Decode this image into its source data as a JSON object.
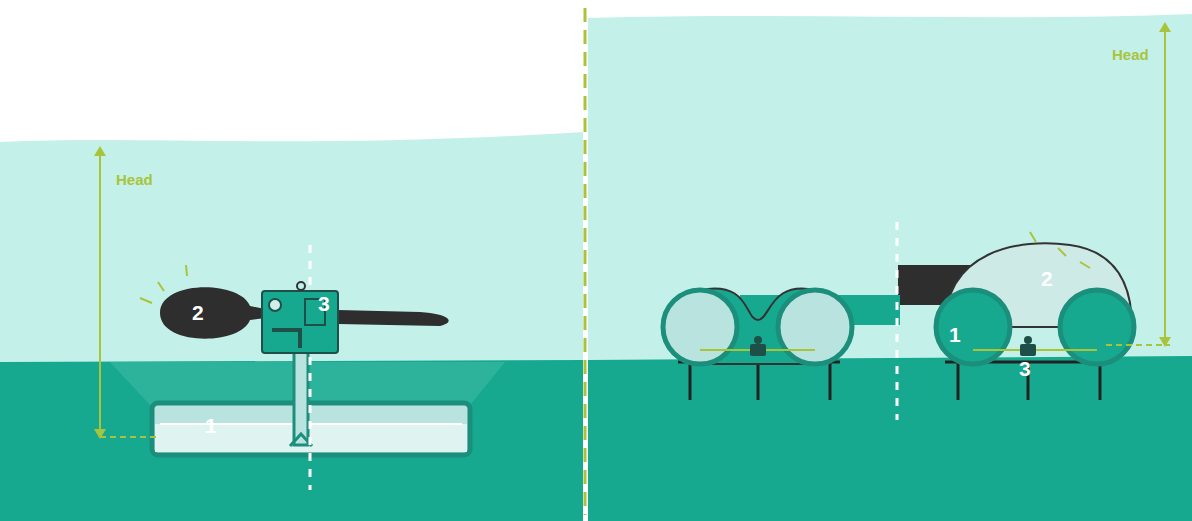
{
  "diagram": {
    "labels": [
      "Head",
      "1",
      "2",
      "3",
      "Head",
      "2",
      "1",
      "3"
    ]
  }
}
